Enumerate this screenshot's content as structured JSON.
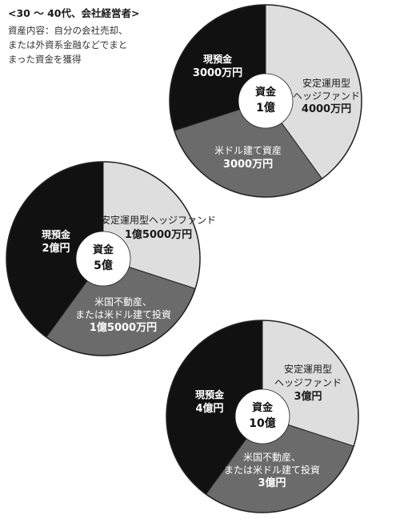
{
  "header": {
    "title": "<30 ～ 40代、会社経営者>",
    "desc_lines": [
      "資産内容：自分の会社売却、",
      "または外資系金融などでまと",
      "まった資金を獲得"
    ]
  },
  "colors": {
    "light": "#dedede",
    "dark_gray": "#6b6b6b",
    "black": "#111111",
    "outline": "#222222",
    "center": "#ffffff"
  },
  "chart_data": [
    {
      "type": "pie",
      "title": "",
      "total_value": 10000,
      "total_unit": "万円",
      "center_label": [
        "資金",
        "1億"
      ],
      "slices": [
        {
          "name": "安定運用型ヘッジファンド",
          "value": 4000,
          "label_lines": [
            "安定運用型",
            "ヘッジファンド",
            "4000万円"
          ],
          "color": "#dedede"
        },
        {
          "name": "米ドル建て資産",
          "value": 3000,
          "label_lines": [
            "米ドル建て資産",
            "3000万円"
          ],
          "color": "#6b6b6b"
        },
        {
          "name": "現預金",
          "value": 3000,
          "label_lines": [
            "現預金",
            "3000万円"
          ],
          "color": "#111111"
        }
      ]
    },
    {
      "type": "pie",
      "title": "",
      "total_value": 50000,
      "total_unit": "万円",
      "center_label": [
        "資金",
        "5億"
      ],
      "slices": [
        {
          "name": "安定運用型ヘッジファンド",
          "value": 15000,
          "label_lines": [
            "安定運用型ヘッジファンド",
            "1億5000万円"
          ],
          "color": "#dedede"
        },
        {
          "name": "米国不動産、または米ドル建て投資",
          "value": 15000,
          "label_lines": [
            "米国不動産、",
            "または米ドル建て投資",
            "1億5000万円"
          ],
          "color": "#6b6b6b"
        },
        {
          "name": "現預金",
          "value": 20000,
          "label_lines": [
            "現預金",
            "2億円"
          ],
          "color": "#111111"
        }
      ]
    },
    {
      "type": "pie",
      "title": "",
      "total_value": 100000,
      "total_unit": "万円",
      "center_label": [
        "資金",
        "10億"
      ],
      "slices": [
        {
          "name": "安定運用型ヘッジファンド",
          "value": 30000,
          "label_lines": [
            "安定運用型",
            "ヘッジファンド",
            "3億円"
          ],
          "color": "#dedede"
        },
        {
          "name": "米国不動産、または米ドル建て投資",
          "value": 30000,
          "label_lines": [
            "米国不動産、",
            "または米ドル建て投資",
            "3億円"
          ],
          "color": "#6b6b6b"
        },
        {
          "name": "現預金",
          "value": 40000,
          "label_lines": [
            "現預金",
            "4億円"
          ],
          "color": "#111111"
        }
      ]
    }
  ]
}
